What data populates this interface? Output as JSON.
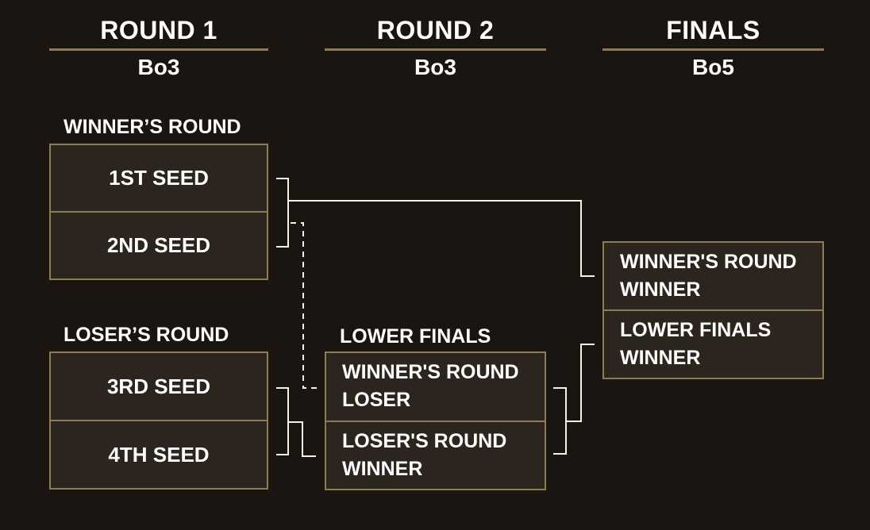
{
  "theme": {
    "background": "#1a1510",
    "box_fill": "#2b251d",
    "accent_gold": "#8d7b52",
    "line_white": "#f5f2ea",
    "text": "#ffffff"
  },
  "columns": [
    {
      "title": "ROUND 1",
      "format": "Bo3"
    },
    {
      "title": "ROUND 2",
      "format": "Bo3"
    },
    {
      "title": "FINALS",
      "format": "Bo5"
    }
  ],
  "sections": {
    "winners": {
      "label": "WINNER’S ROUND",
      "slots": [
        "1ST SEED",
        "2ND SEED"
      ]
    },
    "losers": {
      "label": "LOSER’S ROUND",
      "slots": [
        "3RD SEED",
        "4TH SEED"
      ]
    },
    "lower_finals": {
      "label": "LOWER FINALS",
      "slots": [
        "WINNER'S ROUND LOSER",
        "LOSER'S ROUND WINNER"
      ]
    },
    "finals": {
      "slots": [
        "WINNER'S ROUND WINNER",
        "LOWER FINALS WINNER"
      ]
    }
  }
}
